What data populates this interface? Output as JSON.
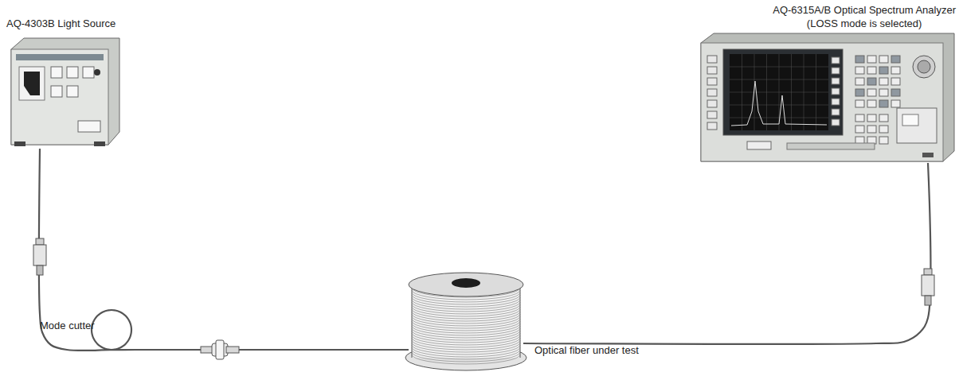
{
  "diagram": {
    "nodes": [
      {
        "text": [
          "AQ-4303B Light Source"
        ]
      },
      {
        "text": [
          "AQ-6315A/B Optical Spectrum Analyzer",
          "(LOSS mode is selected)"
        ]
      },
      {
        "text": [
          "Optical fiber under test"
        ]
      }
    ],
    "edges": [
      {
        "from": 0,
        "to": 2,
        "arrow": "none",
        "label": "Mode cutter"
      },
      {
        "from": 2,
        "to": 1,
        "arrow": "none"
      }
    ]
  }
}
